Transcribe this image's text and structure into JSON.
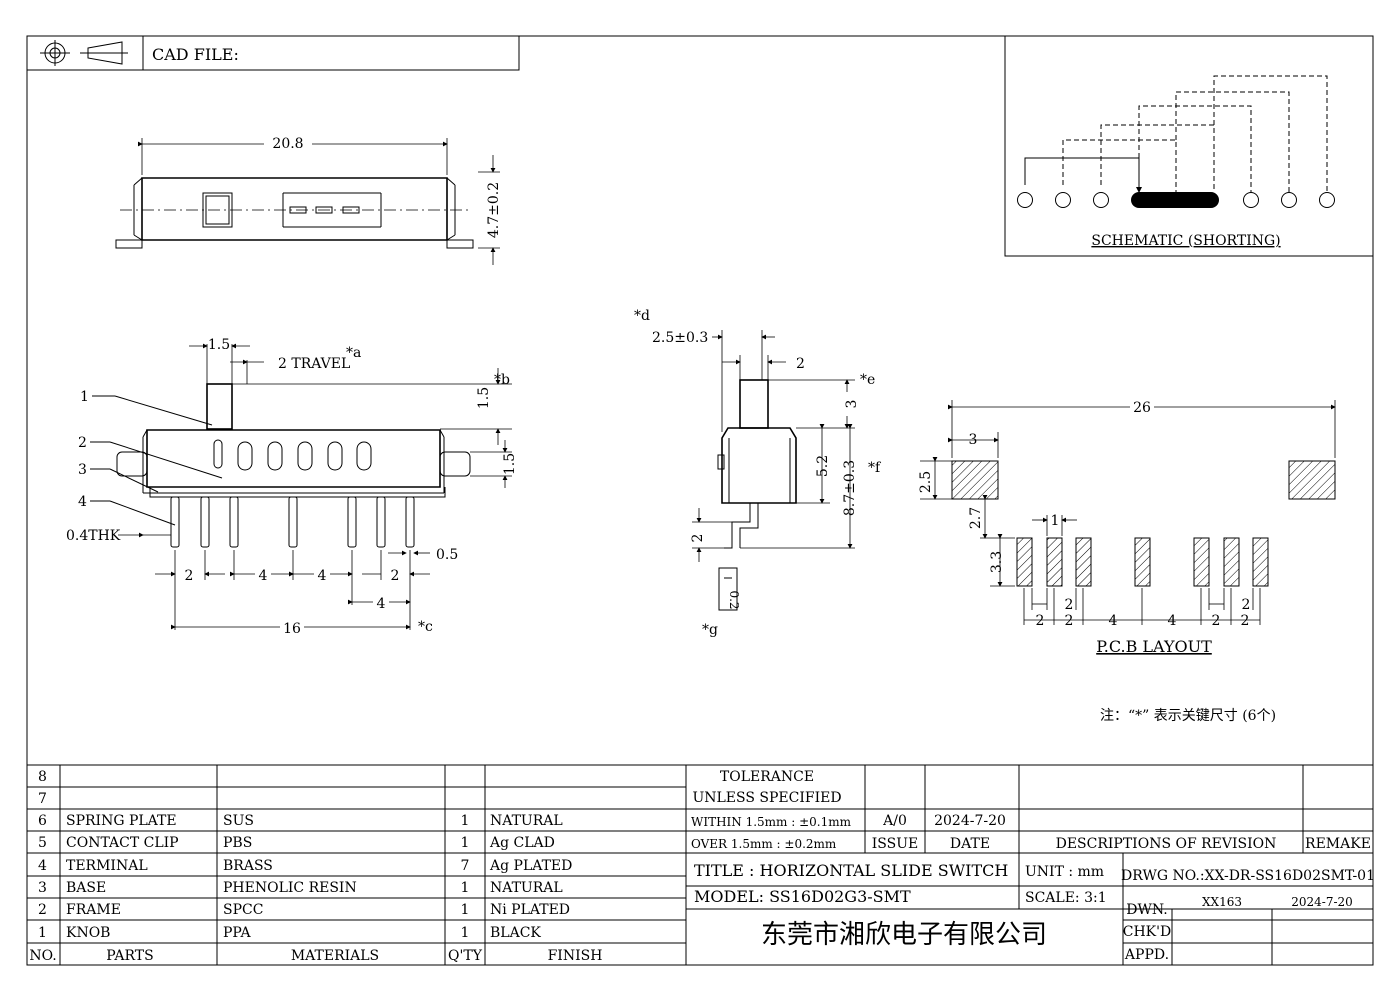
{
  "header": {
    "cad_file_label": "CAD FILE:"
  },
  "schematic": {
    "title": "SCHEMATIC (SHORTING)"
  },
  "top_view": {
    "length": "20.8",
    "height": "4.7±0.2"
  },
  "front_view": {
    "knob_width": "1.5",
    "travel": "2 TRAVEL",
    "mark_a": "*a",
    "knob_height": "1.5",
    "mark_b": "*b",
    "side_height": "1.5",
    "callouts": [
      "1",
      "2",
      "3",
      "4"
    ],
    "thickness": "0.4THK",
    "pitch_2a": "2",
    "pitch_4a": "4",
    "pitch_4b": "4",
    "pitch_2b": "2",
    "pin_width": "0.5",
    "pitch_4c": "4",
    "span": "16",
    "mark_c": "*c"
  },
  "side_view": {
    "mark_d": "*d",
    "offset": "2.5±0.3",
    "knob_w": "2",
    "mark_e": "*e",
    "knob_h": "3",
    "body_h": "5.2",
    "total_h": "8.7±0.3",
    "mark_f": "*f",
    "lead": "2",
    "lead_w": "0.2",
    "mark_g": "*g"
  },
  "pcb": {
    "title": "P.C.B LAYOUT",
    "overall": "26",
    "pad_w": "3",
    "pad_h": "2.5",
    "gap": "2.7",
    "pin_w": "1",
    "pin_h": "3.3",
    "pitches": [
      "2",
      "2",
      "4",
      "4",
      "2",
      "2"
    ],
    "upper_pitches": [
      "2",
      "2"
    ]
  },
  "note": "注：“*” 表示关键尺寸 (6个)",
  "bom": {
    "rows": [
      {
        "no": "8",
        "part": "",
        "material": "",
        "qty": "",
        "finish": ""
      },
      {
        "no": "7",
        "part": "",
        "material": "",
        "qty": "",
        "finish": ""
      },
      {
        "no": "6",
        "part": "SPRING PLATE",
        "material": "SUS",
        "qty": "1",
        "finish": "NATURAL"
      },
      {
        "no": "5",
        "part": "CONTACT CLIP",
        "material": "PBS",
        "qty": "1",
        "finish": "Ag CLAD"
      },
      {
        "no": "4",
        "part": "TERMINAL",
        "material": "BRASS",
        "qty": "7",
        "finish": "Ag PLATED"
      },
      {
        "no": "3",
        "part": "BASE",
        "material": "PHENOLIC RESIN",
        "qty": "1",
        "finish": "NATURAL"
      },
      {
        "no": "2",
        "part": "FRAME",
        "material": "SPCC",
        "qty": "1",
        "finish": "Ni PLATED"
      },
      {
        "no": "1",
        "part": "KNOB",
        "material": "PPA",
        "qty": "1",
        "finish": "BLACK"
      }
    ],
    "headers": {
      "no": "NO.",
      "part": "PARTS",
      "material": "MATERIALS",
      "qty": "Q'TY",
      "finish": "FINISH"
    }
  },
  "title_block": {
    "tolerance": "TOLERANCE",
    "unless": "UNLESS SPECIFIED",
    "within": "WITHIN 1.5mm : ±0.1mm",
    "over": "OVER 1.5mm : ±0.2mm",
    "rev": "A/0",
    "rev_date": "2024-7-20",
    "issue": "ISSUE",
    "date": "DATE",
    "descriptions": "DESCRIPTIONS OF REVISION",
    "remake": "REMAKE",
    "title": "TITLE : HORIZONTAL SLIDE SWITCH",
    "model": "MODEL: SS16D02G3-SMT",
    "unit": "UNIT : mm",
    "scale": "SCALE: 3:1",
    "drwg": "DRWG NO.:XX-DR-SS16D02SMT-01",
    "dwn": "DWN.",
    "dwn_name": "XX163",
    "dwn_date": "2024-7-20",
    "chkd": "CHK'D",
    "appd": "APPD.",
    "company": "东莞市湘欣电子有限公司"
  }
}
